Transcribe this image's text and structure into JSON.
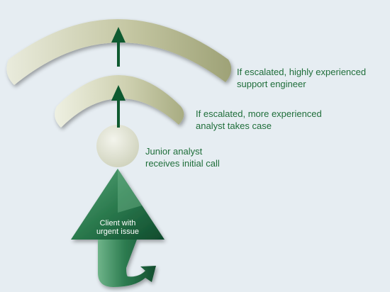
{
  "colors": {
    "background": "#e6edf2",
    "text_green": "#1f6e3a",
    "arc_light": "#e8ead8",
    "arc_dark": "#a9ad83",
    "arrow_green": "#0e5a30",
    "big_arrow_light": "#4fa070",
    "big_arrow_dark": "#0f4a2c",
    "client_text": "#ffffff"
  },
  "levels": [
    {
      "lines": [
        "If escalated, highly experienced",
        "support engineer"
      ]
    },
    {
      "lines": [
        "If escalated, more experienced",
        "analyst takes case"
      ]
    },
    {
      "lines": [
        "Junior analyst",
        "receives initial call"
      ]
    }
  ],
  "client": {
    "lines": [
      "Client with",
      "urgent issue"
    ]
  },
  "icons": {
    "up_arrows": "arrow-up-icon",
    "big_arrow": "curved-arrow-icon"
  }
}
